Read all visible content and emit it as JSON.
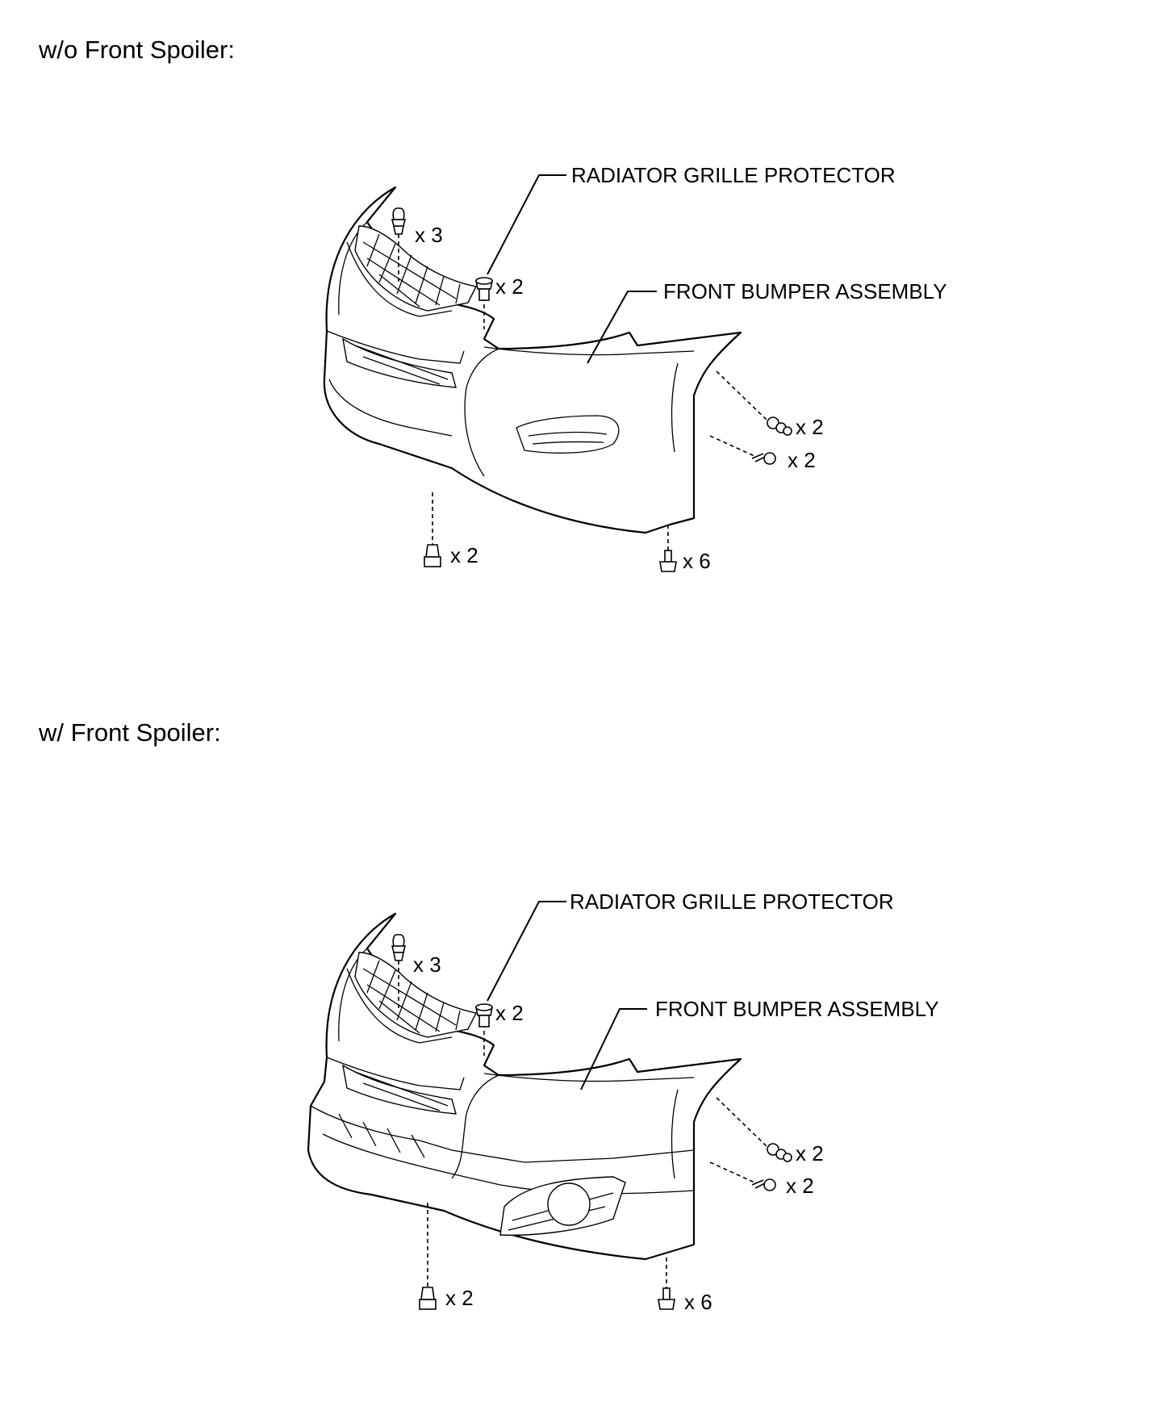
{
  "sections": [
    {
      "heading": "w/o Front Spoiler:",
      "callouts": {
        "radiator_grille_protector": "RADIATOR GRILLE PROTECTOR",
        "front_bumper_assembly": "FRONT BUMPER ASSEMBLY"
      },
      "quantities": {
        "top_left_clip": "x 3",
        "top_center_screw": "x 2",
        "side_clip_upper": "x 2",
        "side_clip_lower": "x 2",
        "bottom_left_screw": "x 2",
        "bottom_right_bolt": "x 6"
      }
    },
    {
      "heading": "w/ Front Spoiler:",
      "callouts": {
        "radiator_grille_protector": "RADIATOR GRILLE PROTECTOR",
        "front_bumper_assembly": "FRONT BUMPER ASSEMBLY"
      },
      "quantities": {
        "top_left_clip": "x 3",
        "top_center_screw": "x 2",
        "side_clip_upper": "x 2",
        "side_clip_lower": "x 2",
        "bottom_left_screw": "x 2",
        "bottom_right_bolt": "x 6"
      }
    }
  ]
}
